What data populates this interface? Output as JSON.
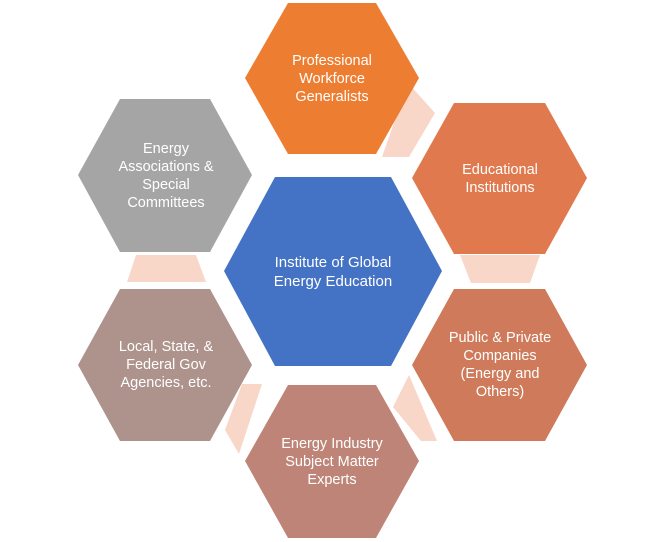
{
  "diagram": {
    "center": {
      "label": "Institute of Global\nEnergy Education",
      "color": "#4472C4"
    },
    "nodes": [
      {
        "id": "professional-workforce",
        "label": "Professional\nWorkforce\nGeneralists",
        "color": "#ED7D31"
      },
      {
        "id": "educational-institutions",
        "label": "Educational\nInstitutions",
        "color": "#E0794E"
      },
      {
        "id": "public-private-companies",
        "label": "Public & Private\nCompanies\n(Energy and\nOthers)",
        "color": "#CF7A5A"
      },
      {
        "id": "energy-industry-experts",
        "label": "Energy Industry\nSubject Matter\nExperts",
        "color": "#BF8478"
      },
      {
        "id": "government-agencies",
        "label": "Local, State, &\nFederal Gov\nAgencies, etc.",
        "color": "#AE928C"
      },
      {
        "id": "energy-associations",
        "label": "Energy\nAssociations &\nSpecial\nCommittees",
        "color": "#A5A5A5"
      }
    ],
    "connector_color": "#F8D7C8"
  }
}
